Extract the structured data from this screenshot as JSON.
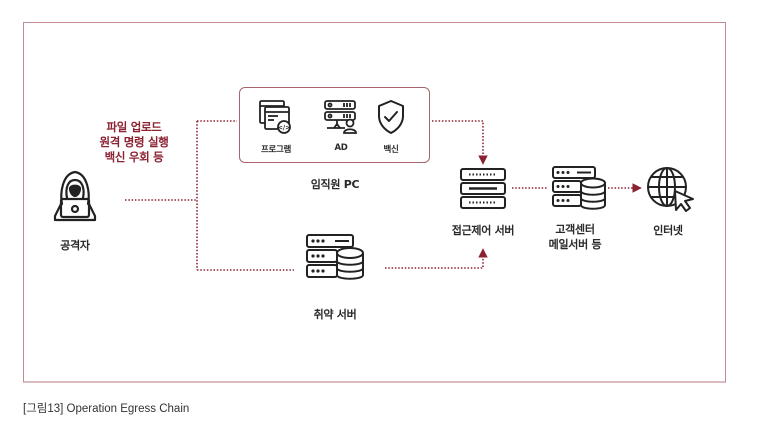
{
  "diagram": {
    "accent_color": "#8b2231",
    "attack_actions": [
      "파일 업로드",
      "원격 명령 실행",
      "백신 우회 등"
    ],
    "nodes": {
      "attacker": {
        "label": "공격자",
        "icon": "hooded-hacker-laptop-icon"
      },
      "employee_pc": {
        "label": "임직원 PC",
        "items": [
          {
            "label": "프로그램",
            "icon": "program-window-code-icon"
          },
          {
            "label": "AD",
            "icon": "server-user-icon"
          },
          {
            "label": "백신",
            "icon": "shield-check-icon"
          }
        ]
      },
      "vulnerable_server": {
        "label": "취약 서버",
        "icon": "server-database-icon"
      },
      "access_control_server": {
        "label": "접근제어 서버",
        "icon": "server-rack-icon"
      },
      "mail_server": {
        "label_line1": "고객센터",
        "label_line2": "메일서버 등",
        "icon": "server-database-icon"
      },
      "internet": {
        "label": "인터넷",
        "icon": "globe-cursor-icon"
      }
    },
    "edges": [
      {
        "from": "attacker",
        "to": "employee_pc",
        "style": "dotted"
      },
      {
        "from": "attacker",
        "to": "vulnerable_server",
        "style": "dotted"
      },
      {
        "from": "employee_pc",
        "to": "access_control_server",
        "style": "dotted-arrow"
      },
      {
        "from": "vulnerable_server",
        "to": "access_control_server",
        "style": "dotted-arrow"
      },
      {
        "from": "access_control_server",
        "to": "mail_server",
        "style": "dotted"
      },
      {
        "from": "mail_server",
        "to": "internet",
        "style": "dotted-arrow"
      }
    ]
  },
  "caption": "[그림13] Operation Egress Chain"
}
